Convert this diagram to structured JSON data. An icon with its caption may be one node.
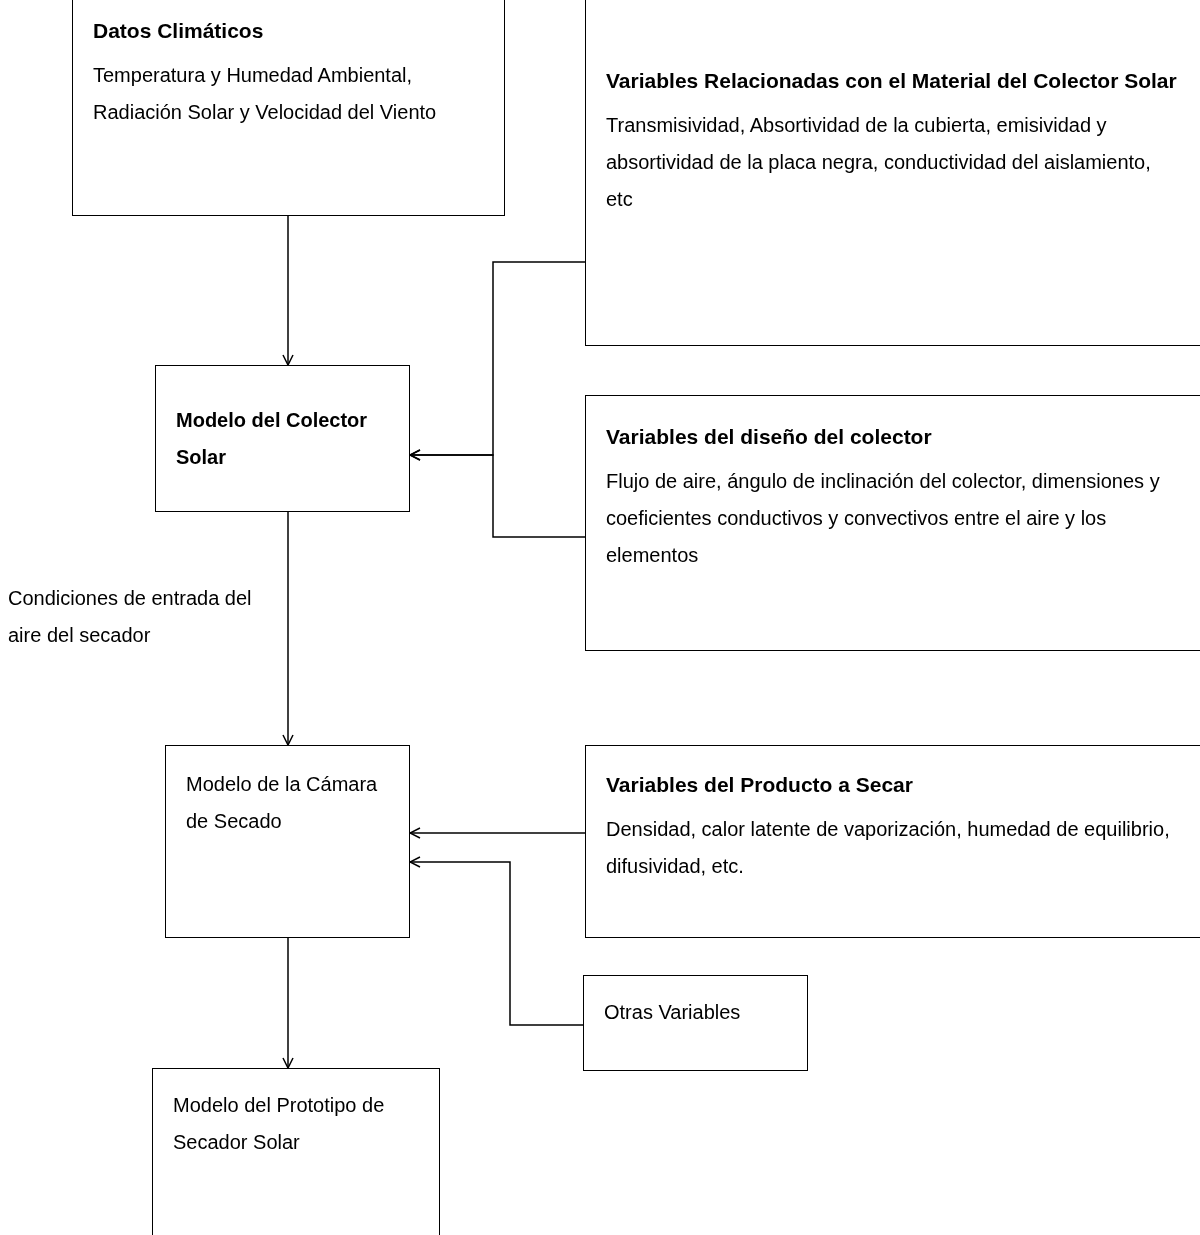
{
  "diagram": {
    "nodes": [
      {
        "text": [
          "Datos Climáticos",
          "Temperatura  y Humedad Ambiental, Radiación Solar y Velocidad del Viento"
        ]
      },
      {
        "text": [
          "Variables Relacionadas con el Material del Colector Solar",
          "Transmisividad, Absortividad de la cubierta, emisividad y absortividad de la placa negra, conductividad del aislamiento, etc"
        ]
      },
      {
        "text": [
          "Modelo del Colector Solar"
        ]
      },
      {
        "text": [
          "Variables  del  diseño  del  colector",
          "Flujo de aire, ángulo de inclinación del colector, dimensiones y coeficientes conductivos y convectivos entre el aire y los elementos"
        ]
      },
      {
        "text": [
          "Modelo de la Cámara de Secado"
        ]
      },
      {
        "text": [
          "Variables del  Producto a  Secar",
          "Densidad, calor latente de vaporización, humedad de equilibrio, difusividad,  etc."
        ]
      },
      {
        "text": [
          "Otras Variables"
        ]
      },
      {
        "text": [
          "Modelo  del Prototipo de Secador  Solar"
        ]
      }
    ],
    "edges": [
      {
        "from": 0,
        "to": 2,
        "arrow": "to"
      },
      {
        "from": 1,
        "to": 2,
        "arrow": "to"
      },
      {
        "from": 3,
        "to": 2,
        "arrow": "to"
      },
      {
        "from": 2,
        "to": 4,
        "arrow": "to",
        "label": "Condiciones de entrada del   aire del secador"
      },
      {
        "from": 5,
        "to": 4,
        "arrow": "to"
      },
      {
        "from": 6,
        "to": 4,
        "arrow": "to"
      },
      {
        "from": 4,
        "to": 7,
        "arrow": "to"
      }
    ]
  }
}
